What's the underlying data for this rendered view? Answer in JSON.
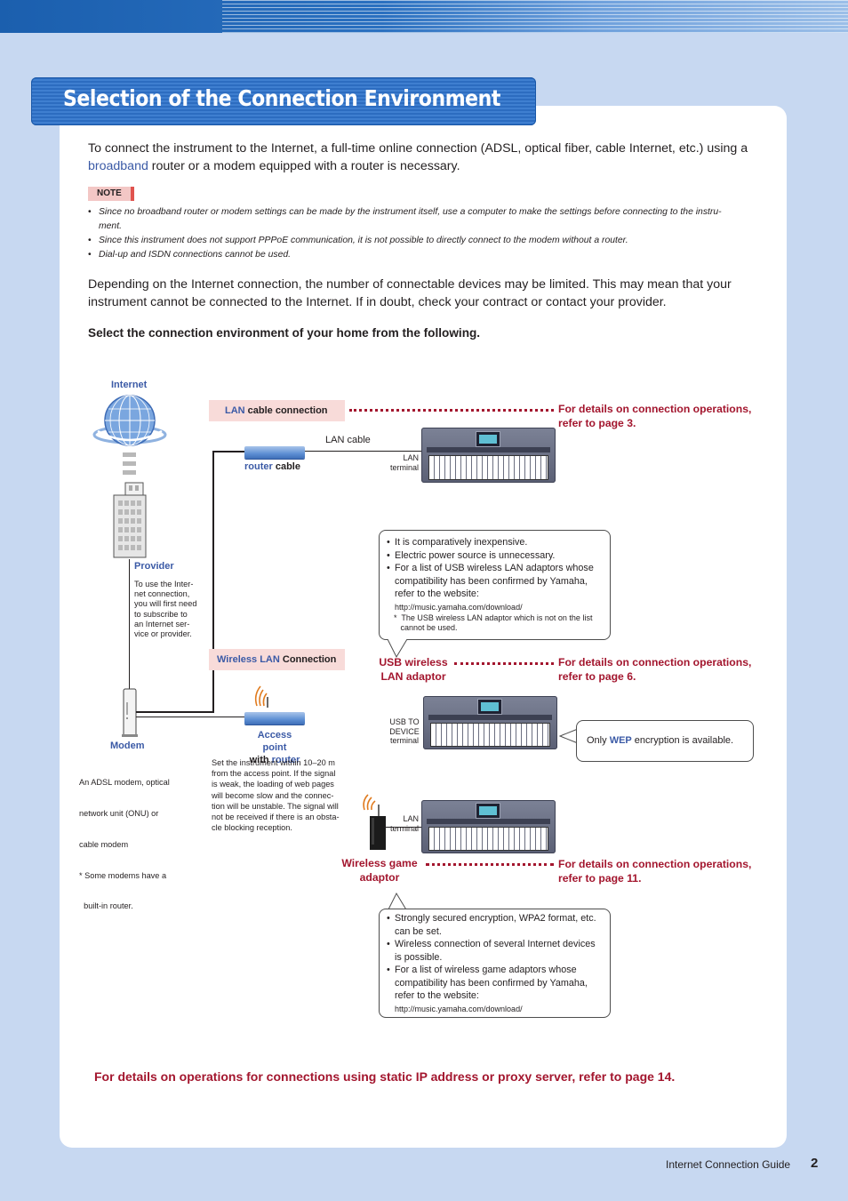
{
  "page": {
    "title": "Selection of the Connection Environment",
    "footer_guide": "Internet Connection Guide",
    "page_number": "2"
  },
  "intro": {
    "line1": "To connect the instrument to the Internet, a full-time online connection (ADSL, optical fiber, cable Internet, etc.) using a",
    "broadband": "broadband",
    "line2_rest": " router or a modem equipped with a router is necessary."
  },
  "note": {
    "badge": "NOTE",
    "items": [
      "Since no broadband router or modem settings can be made by the instrument itself, use a computer to make the settings before connecting to the instru-",
      "ment.",
      "Since this instrument does not support PPPoE communication, it is not possible to directly connect to the modem without a router.",
      "Dial-up and ISDN connections cannot be used."
    ]
  },
  "paragraph2": {
    "line1": "Depending on the Internet connection, the number of connectable devices may be limited. This may mean that your",
    "line2": "instrument cannot be connected to the Internet. If in doubt, check your contract or contact your provider."
  },
  "select_heading": "Select the connection environment of your home from the following.",
  "diagram": {
    "internet_label": "Internet",
    "provider": {
      "label": "Provider",
      "desc": [
        "To use the Inter-",
        "net connection,",
        "you will first need",
        "to subscribe to",
        "an Internet ser-",
        "vice or provider."
      ]
    },
    "modem": {
      "label": "Modem",
      "desc": [
        "An ADSL modem, optical",
        "network unit (ONU) or",
        "cable modem",
        "* Some modems have a",
        "  built-in router."
      ]
    },
    "lan_connection": {
      "box_blue": "LAN",
      "box_rest": " cable connection",
      "router_blue": "router",
      "router_rest": " cable",
      "lan_cable": "LAN cable",
      "terminal": [
        "LAN",
        "terminal"
      ],
      "details": [
        "For details on connection operations,",
        "refer to page 3."
      ]
    },
    "wireless_lan": {
      "box_blue": "Wireless LAN",
      "box_rest": " Connection",
      "bubble_items": [
        "It is comparatively inexpensive.",
        "Electric power source is unnecessary.",
        "For a list of USB wireless LAN adaptors whose compatibility has been confirmed by Yamaha, refer to the website:"
      ],
      "bubble_url": "http://music.yamaha.com/download/",
      "bubble_note": [
        "*  The USB wireless LAN adaptor which is not on the list",
        "   cannot be used."
      ],
      "usb_adaptor": [
        "USB wireless",
        "LAN adaptor"
      ],
      "details": [
        "For details on connection operations,",
        "refer to page 6."
      ],
      "terminal": [
        "USB TO",
        "DEVICE",
        "terminal"
      ],
      "access_point_blue": "Access point",
      "with": "with ",
      "router_blue": "router",
      "access_desc": [
        "Set the instrument within 10–20 m",
        "from the access point. If the signal",
        "is weak, the loading of web pages",
        "will become slow and the connec-",
        "tion will be unstable. The signal will",
        "not be received if there is an obsta-",
        "cle blocking reception."
      ],
      "wep_pre": "Only ",
      "wep_blue": "WEP",
      "wep_post": " encryption is available."
    },
    "game_adaptor": {
      "label": [
        "Wireless game",
        "adaptor"
      ],
      "terminal": [
        "LAN",
        "terminal"
      ],
      "details": [
        "For details on connection operations,",
        "refer to page 11."
      ],
      "bubble_items": [
        "Strongly secured encryption, WPA2 format, etc. can be set.",
        "Wireless connection of several Internet devices is possible.",
        "For a list of wireless game adaptors whose compatibility has been confirmed by Yamaha, refer to the website:"
      ],
      "bubble_url": "http://music.yamaha.com/download/"
    }
  },
  "bottom_note": "For details on operations for connections using static IP address or proxy server, refer to page 14.",
  "colors": {
    "page_bg": "#c7d8f1",
    "accent_blue": "#3b5aa6",
    "accent_red": "#a3162e",
    "banner_blue": "#2c6cc0",
    "connection_box": "#f8dbd9"
  }
}
